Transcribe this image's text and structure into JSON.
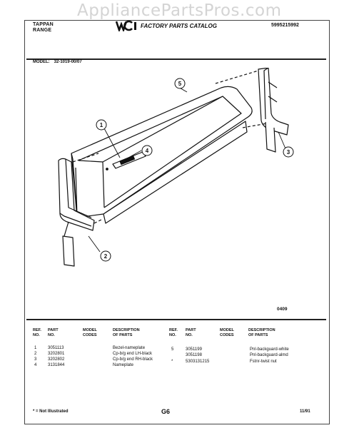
{
  "watermark": "AppliancePartsPros.com",
  "brand": {
    "line1": "TAPPAN",
    "line2": "RANGE"
  },
  "catalog_title": "FACTORY PARTS CATALOG",
  "catalog_number": "5995215992",
  "model": {
    "label": "MODEL:",
    "value": "32-1019-00/07"
  },
  "figure_number": "0409",
  "table": {
    "headers": {
      "ref": "REF.",
      "no": "NO.",
      "part": "PART",
      "part_no": "NO.",
      "model": "MODEL",
      "codes": "CODES",
      "desc": "DESCRIPTION",
      "of_parts": "OF PARTS"
    },
    "left_rows": [
      {
        "ref": "1",
        "part": "3051113",
        "desc": "Bezel-nameplate"
      },
      {
        "ref": "2",
        "part": "3202801",
        "desc": "Cp-b/g end LH-black"
      },
      {
        "ref": "3",
        "part": "3202802",
        "desc": "Cp-b/g end RH-black"
      },
      {
        "ref": "4",
        "part": "3131844",
        "desc": "Nameplate"
      }
    ],
    "right_rows": [
      {
        "ref": "5",
        "part": "3051199",
        "desc": "Pnl-backguard-white"
      },
      {
        "ref": "",
        "part": "3051198",
        "desc": "Pnl-backguard-almd"
      },
      {
        "ref": "*",
        "part": "5303131215",
        "desc": "Fstnr-twist nut"
      }
    ]
  },
  "callouts": [
    "1",
    "2",
    "3",
    "4",
    "5"
  ],
  "footer": {
    "note": "* = Not Illustrated",
    "page": "G6",
    "date": "11/91"
  }
}
